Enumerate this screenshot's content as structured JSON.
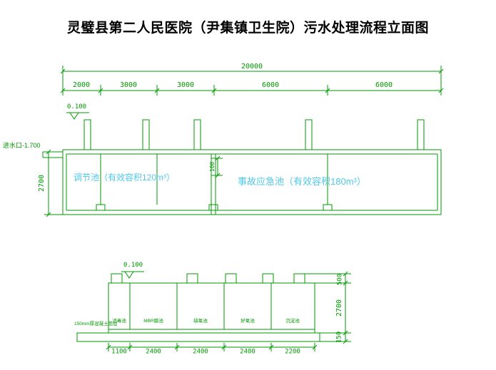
{
  "title": "灵璧县第二人民医院（尹集镇卫生院）污水处理流程立面图",
  "colors": {
    "line": "#009900",
    "dim_text": "#009900",
    "tank_label": "#4fc8ea",
    "title": "#000000"
  },
  "upper_view": {
    "total_dim": "20000",
    "segment_dims": [
      "2000",
      "3000",
      "3000",
      "6000",
      "6000"
    ],
    "elevation_mark": "0.100",
    "inlet_label": "进水口-1.700",
    "height_dim": "2700",
    "inner_dim": "100",
    "tank1_label": "调节池（有效容积120m³）",
    "tank2_label": "事故应急池（有效容积180m³）"
  },
  "lower_view": {
    "elevation_mark": "0.100",
    "cushion_note": "150mm厚混凝土垫层",
    "compartment_labels": [
      "消毒池",
      "MBR膜池",
      "缺氧池",
      "好氧池",
      "沉淀池"
    ],
    "bottom_dims": [
      "1100",
      "2400",
      "2400",
      "2400",
      "2200"
    ],
    "right_dims": [
      "500",
      "2700",
      "150"
    ]
  }
}
